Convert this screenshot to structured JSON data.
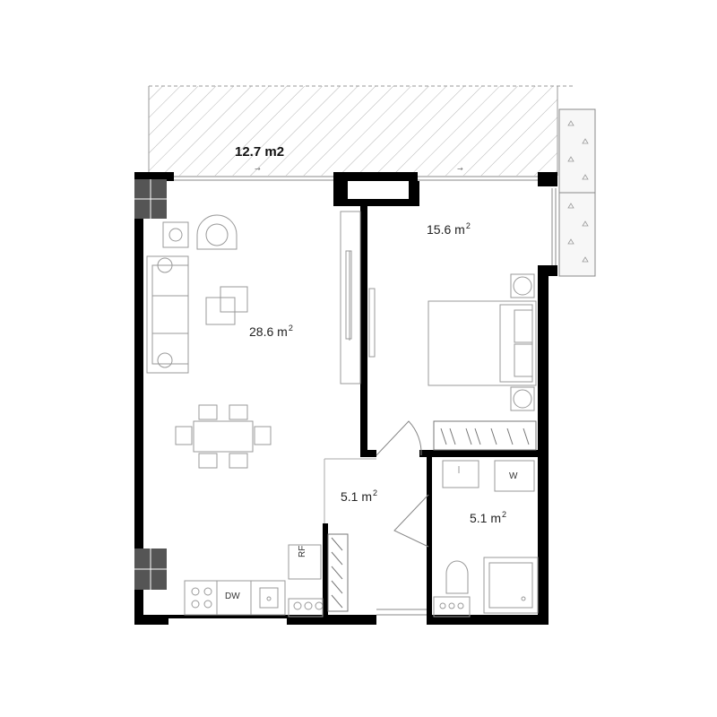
{
  "areas": {
    "balcony": {
      "value": "12.7 m2"
    },
    "living": {
      "value": "28.6 m",
      "sup": "2"
    },
    "bedroom": {
      "value": "15.6 m",
      "sup": "2"
    },
    "hall": {
      "value": "5.1 m",
      "sup": "2"
    },
    "bathroom": {
      "value": "5.1 m",
      "sup": "2"
    }
  },
  "appliances": {
    "dishwasher": "DW",
    "refrigerator": "RF",
    "washer": "W"
  },
  "colors": {
    "wall": "#000000",
    "column": "#555555",
    "line": "#888888",
    "hatch": "#b5b5b5"
  }
}
